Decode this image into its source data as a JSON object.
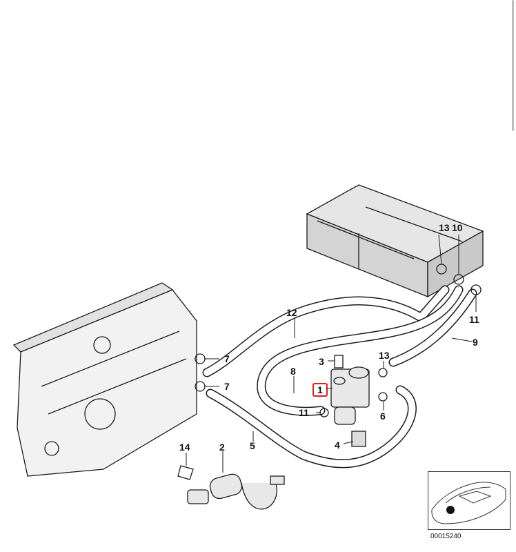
{
  "callouts": {
    "c1": "1",
    "c2": "2",
    "c3": "3",
    "c4": "4",
    "c5": "5",
    "c6": "6",
    "c7a": "7",
    "c7b": "7",
    "c8": "8",
    "c9": "9",
    "c10": "10",
    "c11a": "11",
    "c11b": "11",
    "c12": "12",
    "c13a": "13",
    "c13b": "13",
    "c14": "14"
  },
  "highlight_color": "#e01e1e",
  "document_number": "00015240"
}
